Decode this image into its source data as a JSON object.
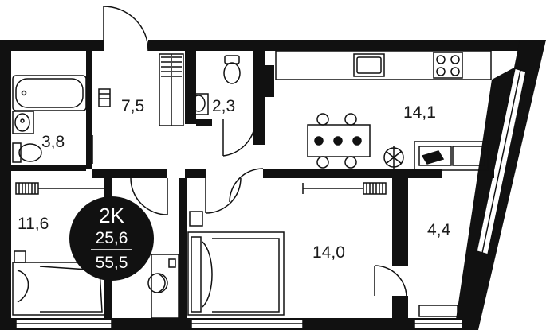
{
  "rooms": {
    "hall": "7,5",
    "wc": "2,3",
    "kitchen_living": "14,1",
    "bathroom": "3,8",
    "bedroom_left": "11,6",
    "bedroom_main": "14,0",
    "storage": "4,4"
  },
  "badge": {
    "type": "2K",
    "living_area": "25,6",
    "total_area": "55,5"
  },
  "colors": {
    "wall": "#111111",
    "background": "#ffffff",
    "badge": "#111111",
    "badge_text": "#ffffff"
  }
}
